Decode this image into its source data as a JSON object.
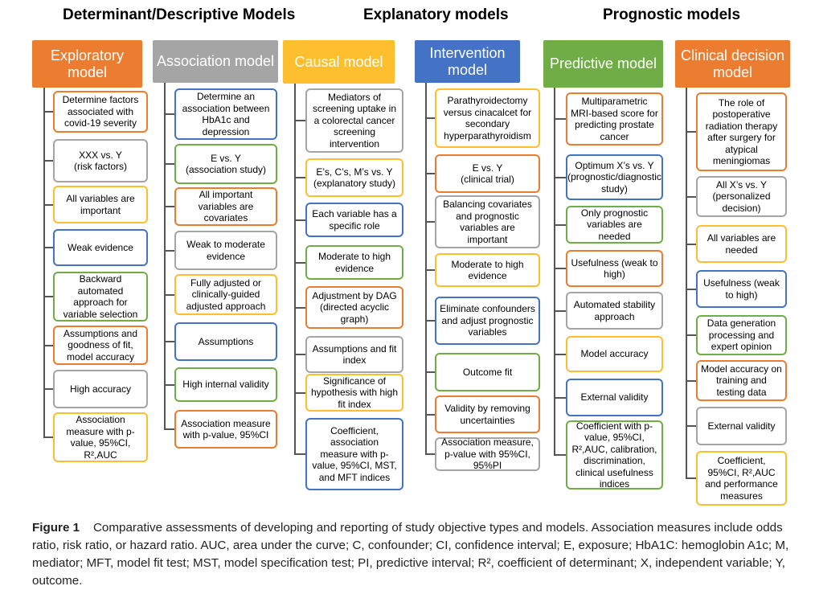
{
  "groups": [
    "Determinant/Descriptive Models",
    "Explanatory models",
    "Prognostic models"
  ],
  "columns": [
    {
      "title": "Exploratory model",
      "color": "#ec7c30",
      "items": [
        "Determine factors associated with covid-19 severity",
        "XXX vs. Y\n(risk factors)",
        "All variables are important",
        "Weak evidence",
        "Backward automated approach for variable selection",
        "Assumptions and goodness of fit, model accuracy",
        "High accuracy",
        "Association measure with p-value, 95%CI, R²,AUC"
      ]
    },
    {
      "title": "Association model",
      "color": "#a5a5a5",
      "items": [
        "Determine an association between HbA1c and depression",
        "E vs. Y\n(association study)",
        "All important variables are covariates",
        "Weak to moderate evidence",
        "Fully adjusted or clinically-guided adjusted approach",
        "Assumptions",
        "High internal validity",
        "Association measure with p-value, 95%CI"
      ]
    },
    {
      "title": "Causal model",
      "color": "#fdbf2d",
      "items": [
        "Mediators of screening uptake in a colorectal cancer screening intervention",
        "E’s, C’s, M’s vs. Y\n(explanatory study)",
        "Each variable has a specific role",
        "Moderate to high evidence",
        "Adjustment by DAG (directed acyclic graph)",
        "Assumptions and fit index",
        "Significance of hypothesis with high fit index",
        "Coefficient, association measure with p-value, 95%CI, MST, and MFT indices"
      ]
    },
    {
      "title": "Intervention model",
      "color": "#4472c4",
      "items": [
        "Parathyroidectomy versus cinacalcet for secondary hyperparathyroidism",
        "E vs. Y\n(clinical trial)",
        "Balancing covariates and prognostic variables are important",
        "Moderate to high evidence",
        "Eliminate confounders and adjust prognostic variables",
        "Outcome fit",
        "Validity by removing uncertainties",
        "Association measure, p-value with 95%CI, 95%PI"
      ]
    },
    {
      "title": "Predictive model",
      "color": "#70ad47",
      "items": [
        "Multiparametric MRI-based score for predicting prostate cancer",
        "Optimum X’s vs. Y\n(prognostic/diagnostic study)",
        "Only prognostic variables are needed",
        "Usefulness (weak to high)",
        "Automated stability approach",
        "Model accuracy",
        "External validity",
        "Coefficient with p-value, 95%CI, R²,AUC, calibration, discrimination, clinical usefulness indices"
      ]
    },
    {
      "title": "Clinical  decision model",
      "color": "#ec7c30",
      "items": [
        "The role of postoperative radiation therapy after surgery for atypical meningiomas",
        "All X’s vs. Y\n(personalized decision)",
        "All variables are needed",
        "Usefulness (weak to high)",
        "Data generation processing and expert opinion",
        "Model accuracy on training and testing data",
        "External validity",
        "Coefficient, 95%CI, R²,AUC and performance measures"
      ]
    }
  ],
  "caption": {
    "label": "Figure 1",
    "text": "Comparative assessments of developing and reporting of study objective types and models. Association measures include odds ratio, risk ratio, or hazard ratio. AUC, area under the curve; C, confounder; CI, confidence interval; E, exposure; HbA1C: hemoglobin A1c; M, mediator; MFT, model fit test; MST, model specification test; PI, predictive interval; R², coefficient of determinant; X, independent variable; Y, outcome."
  }
}
